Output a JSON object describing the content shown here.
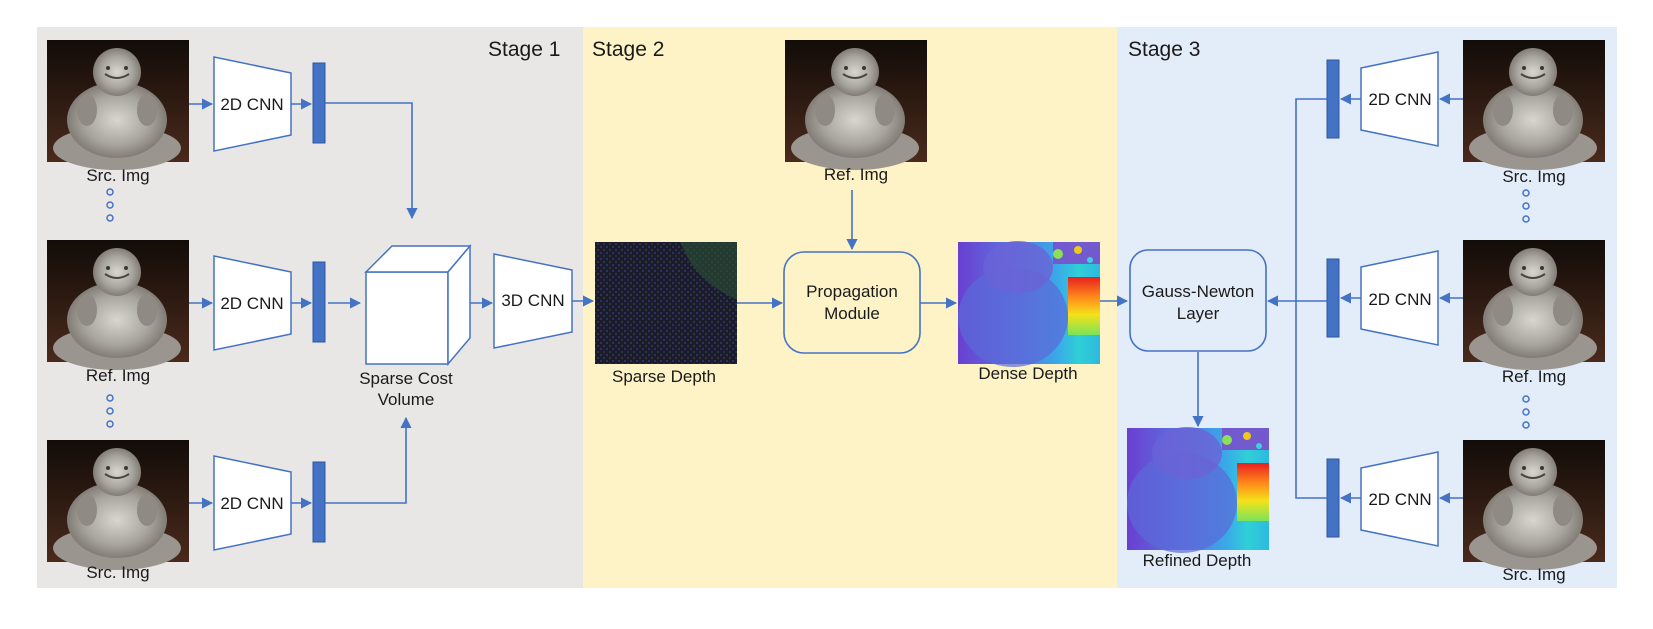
{
  "stages": {
    "stage1": "Stage 1",
    "stage2": "Stage 2",
    "stage3": "Stage 3"
  },
  "stage1": {
    "src_img_top": "Src. Img",
    "ref_img": "Ref. Img",
    "src_img_bottom": "Src. Img",
    "cnn2d": "2D CNN",
    "cnn3d": "3D CNN",
    "cost_volume_line1": "Sparse Cost",
    "cost_volume_line2": "Volume"
  },
  "stage2": {
    "ref_img": "Ref. Img",
    "sparse_depth": "Sparse Depth",
    "propagation_line1": "Propagation",
    "propagation_line2": "Module",
    "dense_depth": "Dense Depth"
  },
  "stage3": {
    "gn_line1": "Gauss-Newton",
    "gn_line2": "Layer",
    "refined_depth": "Refined Depth",
    "cnn2d": "2D CNN",
    "src_img_top": "Src. Img",
    "ref_img": "Ref. Img",
    "src_img_bottom": "Src. Img"
  },
  "colors": {
    "stage1_bg": "#e8e7e6",
    "stage2_bg": "#fdf3c7",
    "stage3_bg": "#e2edf9",
    "accent": "#4472c4"
  }
}
